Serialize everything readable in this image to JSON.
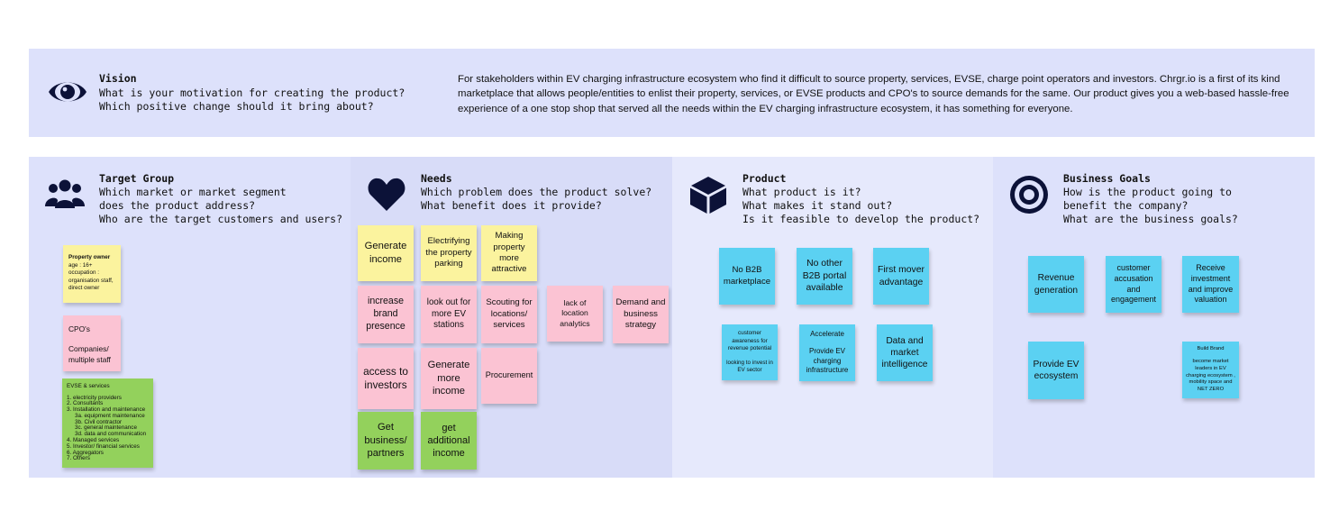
{
  "vision": {
    "title": "Vision",
    "q1": "What is your motivation for creating the product?",
    "q2": "Which positive change should it bring about?",
    "text": "For stakeholders within EV charging infrastructure ecosystem who find it difficult to source property, services, EVSE, charge point operators and investors. Chrgr.io is a first of its kind marketplace that allows people/entities to enlist their property, services, or EVSE products and CPO's to source demands for the same. Our product gives you a web-based hassle-free experience of a one stop shop that served all the needs within the EV charging infrastructure ecosystem, it has something for everyone.",
    "icon": "eye-icon"
  },
  "target_group": {
    "title": "Target Group",
    "q1": "Which market or market segment",
    "q2": "does the product address?",
    "q3": "Who are the target customers and users?",
    "icon": "users-icon",
    "notes": {
      "property": {
        "heading": "Property owner",
        "l1": "age : 16+",
        "l2": "occupation :",
        "l3": "organisation staff,",
        "l4": "direct owner"
      },
      "cpo": {
        "l1": "CPO's",
        "l2": "Companies/",
        "l3": "multiple staff"
      },
      "evse": {
        "heading": "EVSE & services",
        "items": [
          "1. electricity providers",
          "2. Consultants",
          "3. Installation and maintenance",
          "3a. equipment maintenance",
          "3b. Civil contractor",
          "3c. general maintenance",
          "3d. data and communication",
          "4. Managed services",
          "5. Investor/ financial services",
          "6. Aggregators",
          "7. Others"
        ]
      }
    }
  },
  "needs": {
    "title": "Needs",
    "q1": "Which problem does the product solve?",
    "q2": "What benefit does it provide?",
    "icon": "heart-icon",
    "notes": [
      "Generate income",
      "Electrifying the property parking",
      "Making property more attractive",
      "increase brand presence",
      "look out for more EV stations",
      "Scouting for locations/ services",
      "lack of location analytics",
      "Demand and business strategy",
      "access to investors",
      "Generate more income",
      "Procurement",
      "Get business/ partners",
      "get additional income"
    ]
  },
  "product": {
    "title": "Product",
    "q1": "What product is it?",
    "q2": "What makes it stand out?",
    "q3": "Is it feasible to develop the product?",
    "icon": "cube-icon",
    "notes": [
      "No B2B marketplace",
      "No other B2B portal available",
      "First mover advantage",
      "Accelerate",
      "Provide EV charging infrastructure",
      "Data and market intelligence"
    ],
    "awareness": {
      "l1": "customer awareness for revenue potential",
      "l2": "looking to invest in EV sector"
    }
  },
  "goals": {
    "title": "Business Goals",
    "q1": "How is the product going to",
    "q2": "benefit the company?",
    "q3": "What are the business goals?",
    "icon": "target-icon",
    "notes": [
      "Revenue generation",
      "customer accusation and engagement",
      "Receive investment and improve valuation",
      "Provide EV ecosystem"
    ],
    "brand": {
      "l1": "Build Brand",
      "l2": "become market leaders in EV charging ecosystem , mobility space and NET ZERO"
    }
  },
  "colors": {
    "banner": "#dde1fb",
    "icon": "#0c1238",
    "yellow": "#fbf39e",
    "pink": "#fbc3d3",
    "green": "#93d15c",
    "blue": "#5bd1f2"
  }
}
